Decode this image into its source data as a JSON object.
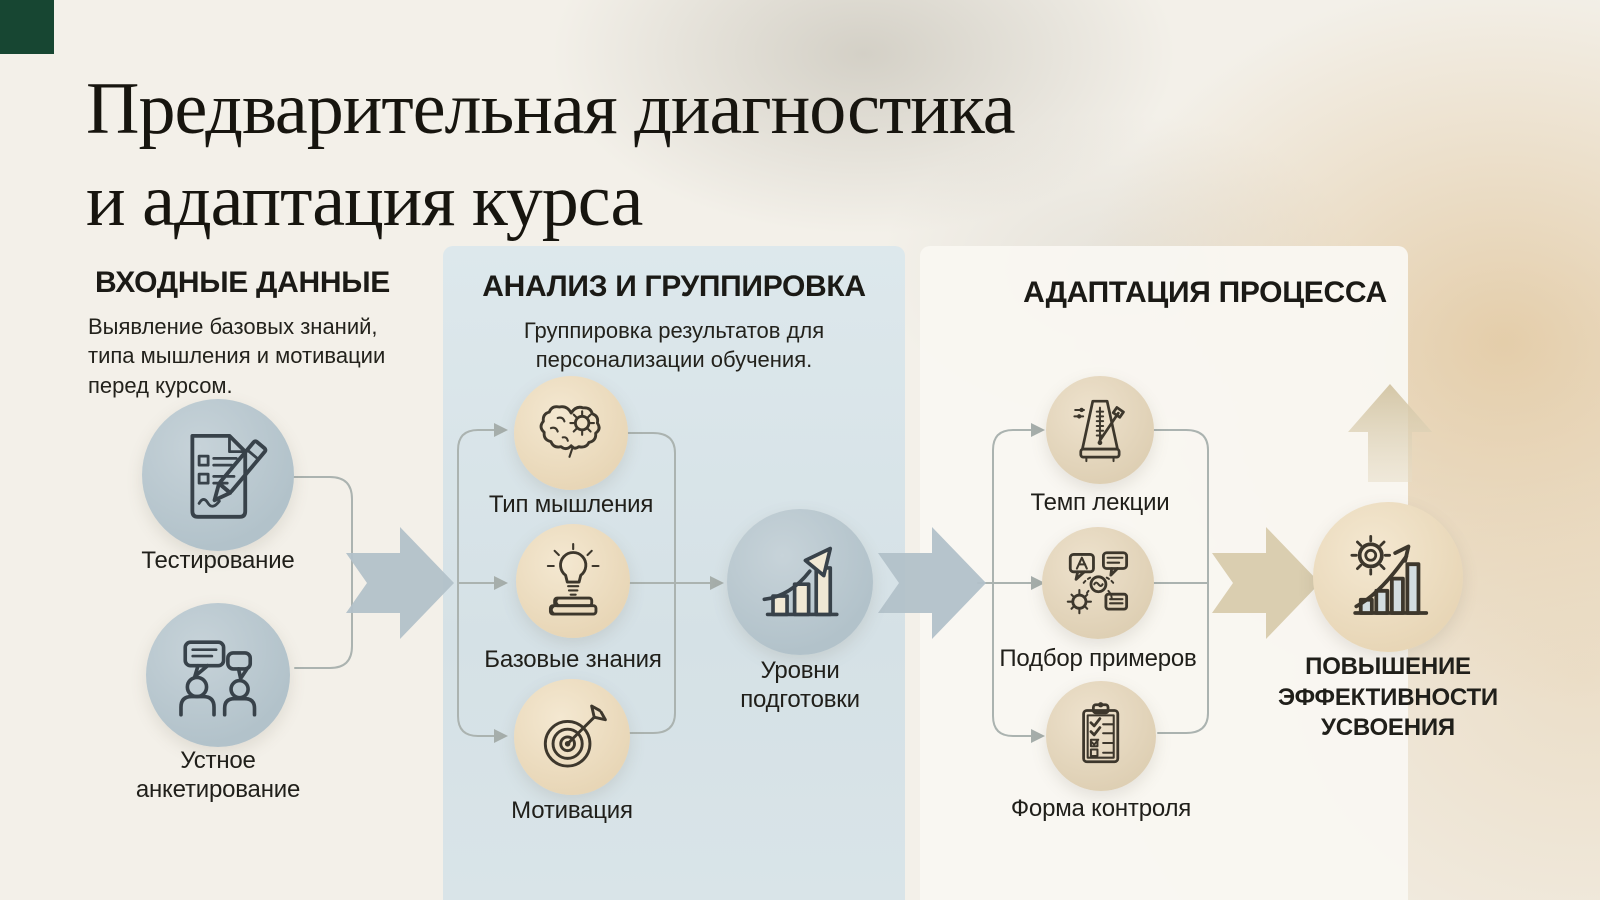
{
  "page": {
    "title_line1": "Предварительная диагностика",
    "title_line2": "и адаптация курса"
  },
  "palette": {
    "background": "#f3f0e9",
    "analysis_panel": "#d9e4e8",
    "adaptation_panel": "#f9f7f1",
    "blue_node": "#b9c7ce",
    "tan_node": "#ecdcc0",
    "muted_tan_node": "#e3d4ba",
    "blue_arrow": "#b2c1c9",
    "tan_arrow": "#d8cbac",
    "connector_line": "#abb3b0",
    "corner_accent": "#174632"
  },
  "columns": [
    {
      "header": "ВХОДНЫЕ ДАННЫЕ",
      "description": "Выявление базовых знаний, типа мышления и мотивации перед курсом.",
      "nodes": [
        {
          "label": "Тестирование",
          "icon": "test-document-pencil-icon"
        },
        {
          "label": "Устное анкетирование",
          "icon": "people-conversation-icon"
        }
      ]
    },
    {
      "header": "АНАЛИЗ И ГРУППИРОВКА",
      "description": "Группировка результатов для персонализации обучения.",
      "nodes": [
        {
          "label": "Тип мышления",
          "icon": "brain-gear-icon"
        },
        {
          "label": "Базовые знания",
          "icon": "lightbulb-books-icon"
        },
        {
          "label": "Мотивация",
          "icon": "target-arrow-icon"
        }
      ],
      "result": {
        "label": "Уровни подготовки",
        "icon": "growth-bars-arrow-icon"
      }
    },
    {
      "header": "АДАПТАЦИЯ ПРОЦЕССА",
      "nodes": [
        {
          "label": "Темп лекции",
          "icon": "metronome-icon"
        },
        {
          "label": "Подбор примеров",
          "icon": "examples-network-icon"
        },
        {
          "label": "Форма контроля",
          "icon": "checklist-clipboard-icon"
        }
      ],
      "result": {
        "label": "ПОВЫШЕНИЕ ЭФФЕКТИВНОСТИ УСВОЕНИЯ",
        "icon": "gear-growth-chart-icon"
      }
    }
  ]
}
